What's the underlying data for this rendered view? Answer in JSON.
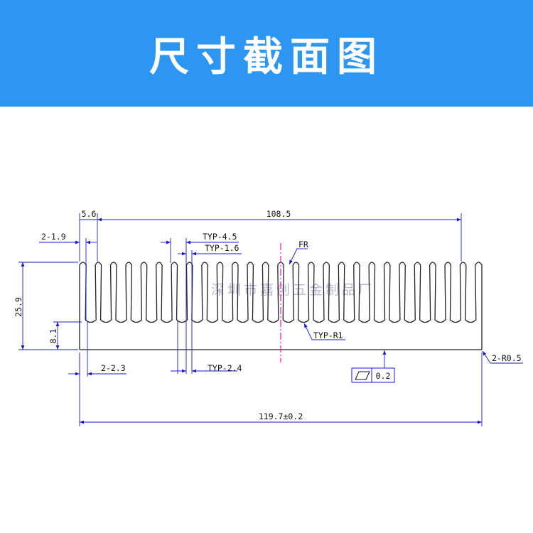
{
  "header": {
    "title": "尺寸截面图",
    "background": "#2d96f0",
    "text_color": "#ffffff"
  },
  "drawing": {
    "profile_color": "#222222",
    "dimension_color": "#1a1ad6",
    "centerline_color": "#e020c8",
    "fin_count": 27,
    "labels": {
      "total_width": "119.7±0.2",
      "fin_span": "108.5",
      "edge_offset": "5.6",
      "edge_fin_thickness": "2-1.9",
      "fin_pitch": "TYP-4.5",
      "fin_thickness": "TYP-1.6",
      "edge_gap": "2-2.3",
      "fin_gap": "TYP-2.4",
      "height": "25.9",
      "base_thickness": "8.1",
      "fillet": "FR",
      "root_radius": "TYP-R1",
      "corner_radius": "2-R0.5",
      "flatness_value": "0.2"
    },
    "watermark": "深圳市嘉创五金制品厂"
  }
}
